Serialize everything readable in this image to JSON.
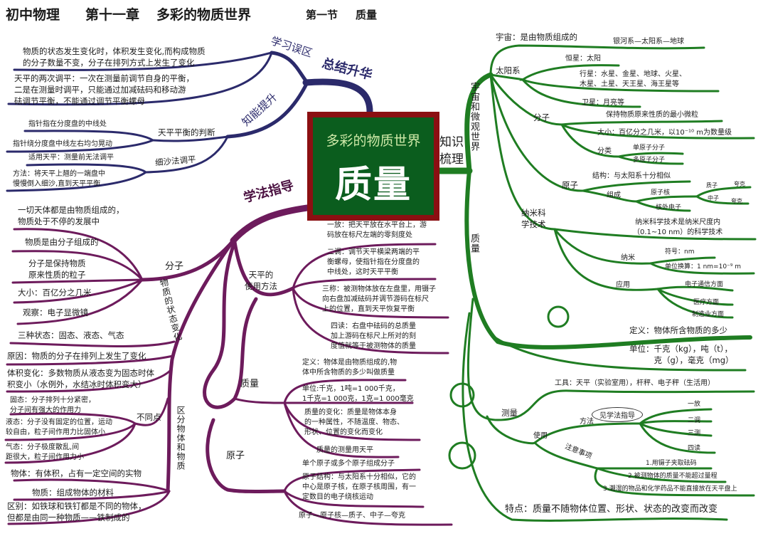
{
  "header": {
    "subject": "初中物理",
    "chapter": "第十一章",
    "chapter_title": "多彩的物质世界",
    "section": "第一节",
    "section_title": "质量"
  },
  "center": {
    "subtitle": "多彩的物质世界",
    "title": "质量"
  },
  "colors": {
    "summary_branch": "#2b2a6b",
    "method_branch": "#6d1b5c",
    "knowledge_branch": "#1f7d22",
    "center_fill": "#0b5d1e",
    "center_border": "#8b0f12"
  },
  "summary": {
    "label": "总结升华",
    "mistakes": {
      "label": "学习误区",
      "items": [
        "物质的状态发生变化时，体积发生变化,而构成物质\n的分子数量不变，分子在排列方式上发生了变化",
        "天平的两次调平：一次在测量前调节自身的平衡，\n二是在测量时调平，只能通过加减砝码和移动游\n砝调节平衡，不能通过调节平衡螺母"
      ]
    },
    "ability": {
      "label": "知能提升",
      "balance_judge": {
        "label": "天平平衡的判断",
        "items": [
          "指针指在分度盘的中线处",
          "指针绕分度盘中线左右均匀晃动"
        ]
      },
      "sand_method": {
        "label": "细沙法调平",
        "items": [
          "适用天平：测量前无法调平",
          "方法：将天平上翘的一端盘中\n慢慢倒入细沙,直到天平平衡"
        ]
      }
    }
  },
  "method": {
    "label": "学法指导",
    "molecule": {
      "label": "分子",
      "items": [
        "一切天体都是由物质组成的，\n物质处于不停的发展中",
        "物质是由分子组成的",
        "分子是保持物质\n原来性质的粒子",
        "大小：百亿分之几米",
        "观察：电子显微镜"
      ]
    },
    "state_change": {
      "label": "物质的状态变化",
      "items": [
        "三种状态：固态、液态、气态",
        "原因：物质的分子在排列上发生了变化",
        "体积变化：多数物质从液态变为固态时体\n积变小（水例外，水结冰时体积变大）"
      ],
      "differences": {
        "label": "不同点",
        "items": [
          "固态：分子排列十分紧密，\n分子间有强大的作用力",
          "液态：分子没有固定的位置，运动\n较自由，粒子间作用力比固体小",
          "气态：分子极度散乱,间\n距很大，粒子间作用力小"
        ]
      }
    },
    "object_vs_matter": {
      "label": "区分物体和物质",
      "items": [
        "物体：有体积，占有一定空间的实物",
        "物质：组成物体的材料",
        "区别：如铁球和铁钉都是不同的物体，\n但都是由同一种物质——铁制成的"
      ]
    },
    "balance_usage": {
      "label": "天平的\n使用方法",
      "items": [
        "一放：把天平放在水平台上，游\n码放在标尺左端的零刻度处",
        "二调：调节天平横梁两端的平\n衡螺母，使指针指在分度盘的\n中线处，这时天平平衡",
        "三称：被测物体放在左盘里，用镊子\n向右盘加减砝码并调节游码在标尺\n上的位置，直到天平恢复平衡",
        "四读：右盘中砝码的总质量\n加上游码在标尺上所对的刻\n度值就等于被测物体的质量"
      ]
    },
    "mass": {
      "label": "质量",
      "items": [
        "定义：物体是由物质组成的,物\n体中所含物质的多少叫做质量",
        "单位:千克，1吨=1 000千克，\n1千克=1 000克，1克=1 000毫克",
        "质量的变化：质量是物体本身\n的一种属性，不随温度、物态、\n形状、位置的变化而变化",
        "质量的测量用天平"
      ]
    },
    "atom": {
      "label": "原子",
      "items": [
        "单个原子或多个原子组成分子",
        "原子结构：与太阳系十分相似，它的\n中心是原子核，在原子核周围，有一\n定数目的电子绕核运动",
        "原子—原子核—质子、中子—夸克"
      ]
    }
  },
  "knowledge": {
    "label": "知识\n梳理",
    "universe": {
      "label": "宇宙和微观世界",
      "cosmos": {
        "label": "宇宙：是由物质组成的",
        "item": "银河系—太阳系—地球"
      },
      "solar": {
        "label": "太阳系",
        "items": [
          "恒星：太阳",
          "行星：水星、金星、地球、火星、\n木星、土星、天王星、海王星等",
          "卫星：月亮等"
        ]
      },
      "molecule": {
        "label": "分子",
        "items": [
          "保持物质原来性质的最小微粒",
          "大小：百亿分之几米，以10⁻¹⁰ m为数量级"
        ],
        "classify": {
          "label": "分类",
          "items": [
            "单原子分子",
            "多原子分子"
          ]
        }
      },
      "atom": {
        "label": "原子",
        "structure": "结构：与太阳系十分相似",
        "composition": {
          "label": "组成",
          "nucleus": "原子核",
          "electron": "核外电子",
          "proton": "质子",
          "neutron": "中子",
          "quark1": "夸克",
          "quark2": "夸克"
        }
      },
      "nano": {
        "label": "纳米科\n学技术",
        "definition": "纳米科学技术是纳米尺度内\n（0.1~10 nm）的科学技术",
        "nanometer": {
          "label": "纳米",
          "symbol": "符号：nm",
          "conversion": "单位换算：1 nm=10⁻⁹ m"
        },
        "application": {
          "label": "应用",
          "items": [
            "电子通信方面",
            "医疗方面",
            "制造业方面"
          ]
        }
      }
    },
    "mass": {
      "label": "质量",
      "definition": "定义：物体所含物质的多少",
      "units": "单位：千克（kg），吨（t），\n　　　克（g），毫克（mg）",
      "measure": {
        "label": "测量",
        "tool": "工具：天平（实验室用），杆秤、电子秤（生活用）",
        "usage": {
          "label": "使用",
          "method": {
            "label": "方法",
            "note": "见学法指导",
            "steps": [
              "一放",
              "二调",
              "三测",
              "四读"
            ]
          },
          "cautions": {
            "label": "注意事项",
            "items": [
              "1.用镊子夹取砝码",
              "2.被测物体的质量不能超过量程",
              "3.潮湿的物品和化学药品不能直接放在天平盘上"
            ]
          }
        }
      },
      "feature": "特点：质量不随物体位置、形状、状态的改变而改变"
    }
  }
}
